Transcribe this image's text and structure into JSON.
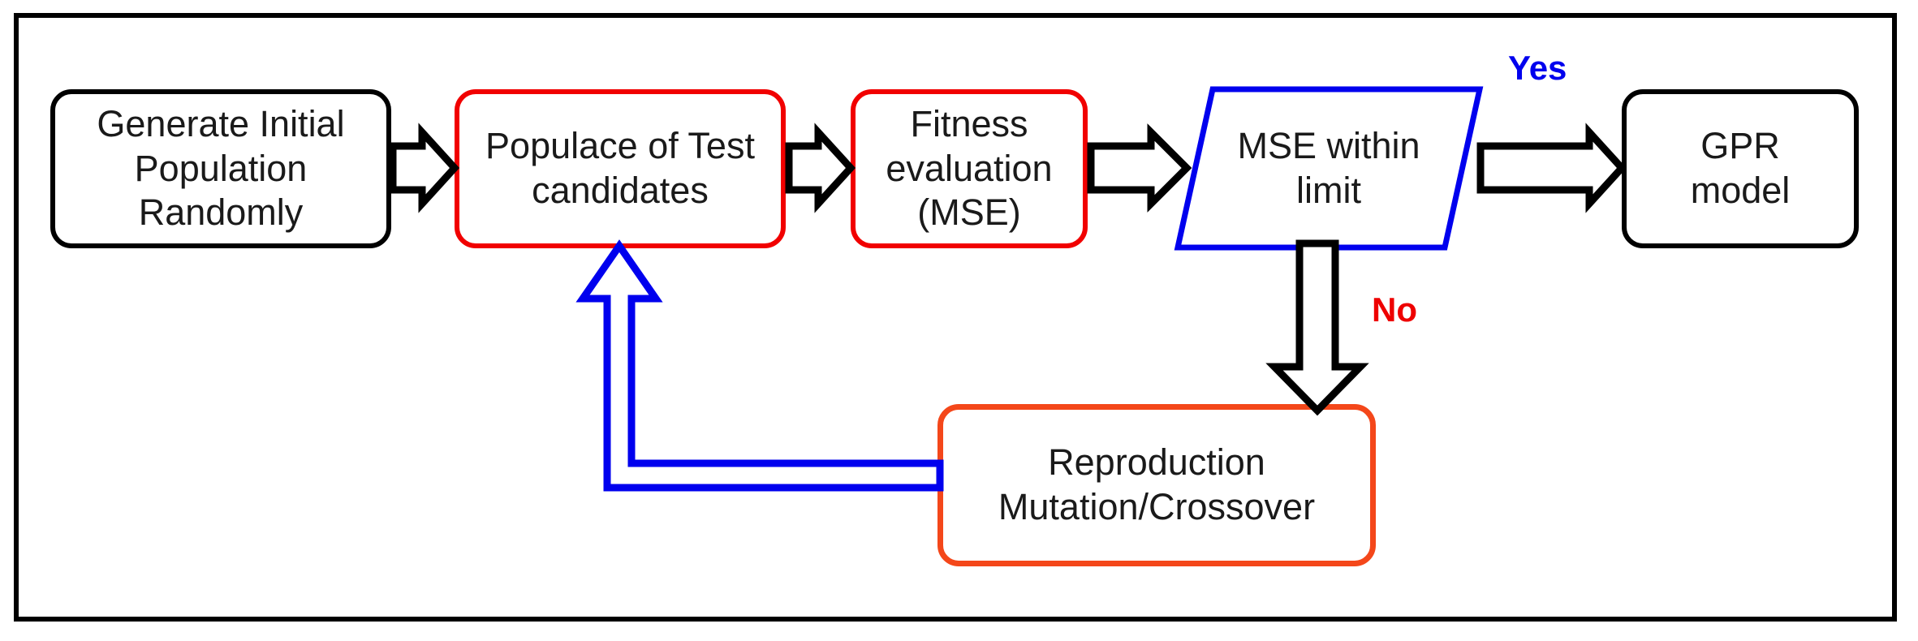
{
  "diagram": {
    "title_visible": false,
    "background": "#ffffff",
    "frame_color": "#000000",
    "nodes": [
      {
        "id": "generate-initial-population",
        "label": "Generate Initial\nPopulation\nRandomly",
        "shape": "rounded-rect",
        "border_color": "#000000"
      },
      {
        "id": "populace-of-test-candidates",
        "label": "Populace of Test\ncandidates",
        "shape": "rounded-rect",
        "border_color": "#f10000"
      },
      {
        "id": "fitness-evaluation",
        "label": "Fitness\nevaluation\n(MSE)",
        "shape": "rounded-rect",
        "border_color": "#f10000"
      },
      {
        "id": "mse-within-limit",
        "label": "MSE within\nlimit",
        "shape": "parallelogram",
        "border_color": "#0000ee"
      },
      {
        "id": "gpr-model",
        "label": "GPR\nmodel",
        "shape": "rounded-rect",
        "border_color": "#000000"
      },
      {
        "id": "reproduction-mutation-crossover",
        "label": "Reproduction\nMutation/Crossover",
        "shape": "rounded-rect",
        "border_color": "#f4471a"
      }
    ],
    "edge_labels": [
      {
        "id": "yes",
        "text": "Yes",
        "color": "#0000ee"
      },
      {
        "id": "no",
        "text": "No",
        "color": "#ee0000"
      }
    ],
    "edges": [
      {
        "from": "generate-initial-population",
        "to": "populace-of-test-candidates",
        "color": "#000000",
        "label": ""
      },
      {
        "from": "populace-of-test-candidates",
        "to": "fitness-evaluation",
        "color": "#000000",
        "label": ""
      },
      {
        "from": "fitness-evaluation",
        "to": "mse-within-limit",
        "color": "#000000",
        "label": ""
      },
      {
        "from": "mse-within-limit",
        "to": "gpr-model",
        "color": "#000000",
        "label": "Yes"
      },
      {
        "from": "mse-within-limit",
        "to": "reproduction-mutation-crossover",
        "color": "#000000",
        "label": "No"
      },
      {
        "from": "reproduction-mutation-crossover",
        "to": "populace-of-test-candidates",
        "color": "#0000ee",
        "label": ""
      }
    ]
  }
}
